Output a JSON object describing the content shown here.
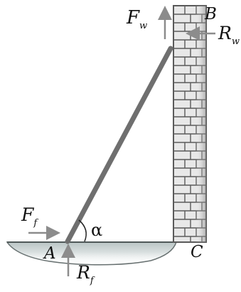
{
  "labels": {
    "force_wall_vertical": "F",
    "force_wall_vertical_sub": "w",
    "reaction_wall": "R",
    "reaction_wall_sub": "w",
    "force_floor": "F",
    "force_floor_sub": "f",
    "reaction_floor": "R",
    "reaction_floor_sub": "f",
    "point_a": "A",
    "point_b": "B",
    "point_c": "C",
    "angle": "α"
  },
  "colors": {
    "ladder": "#6f6f6f",
    "arrow": "#8c8c8c",
    "brick_fill": "#e8e8e8",
    "mortar": "#5a5a5a",
    "floor_light": "#c9d3d3",
    "floor_dark": "#6f7878",
    "text": "#111111"
  }
}
